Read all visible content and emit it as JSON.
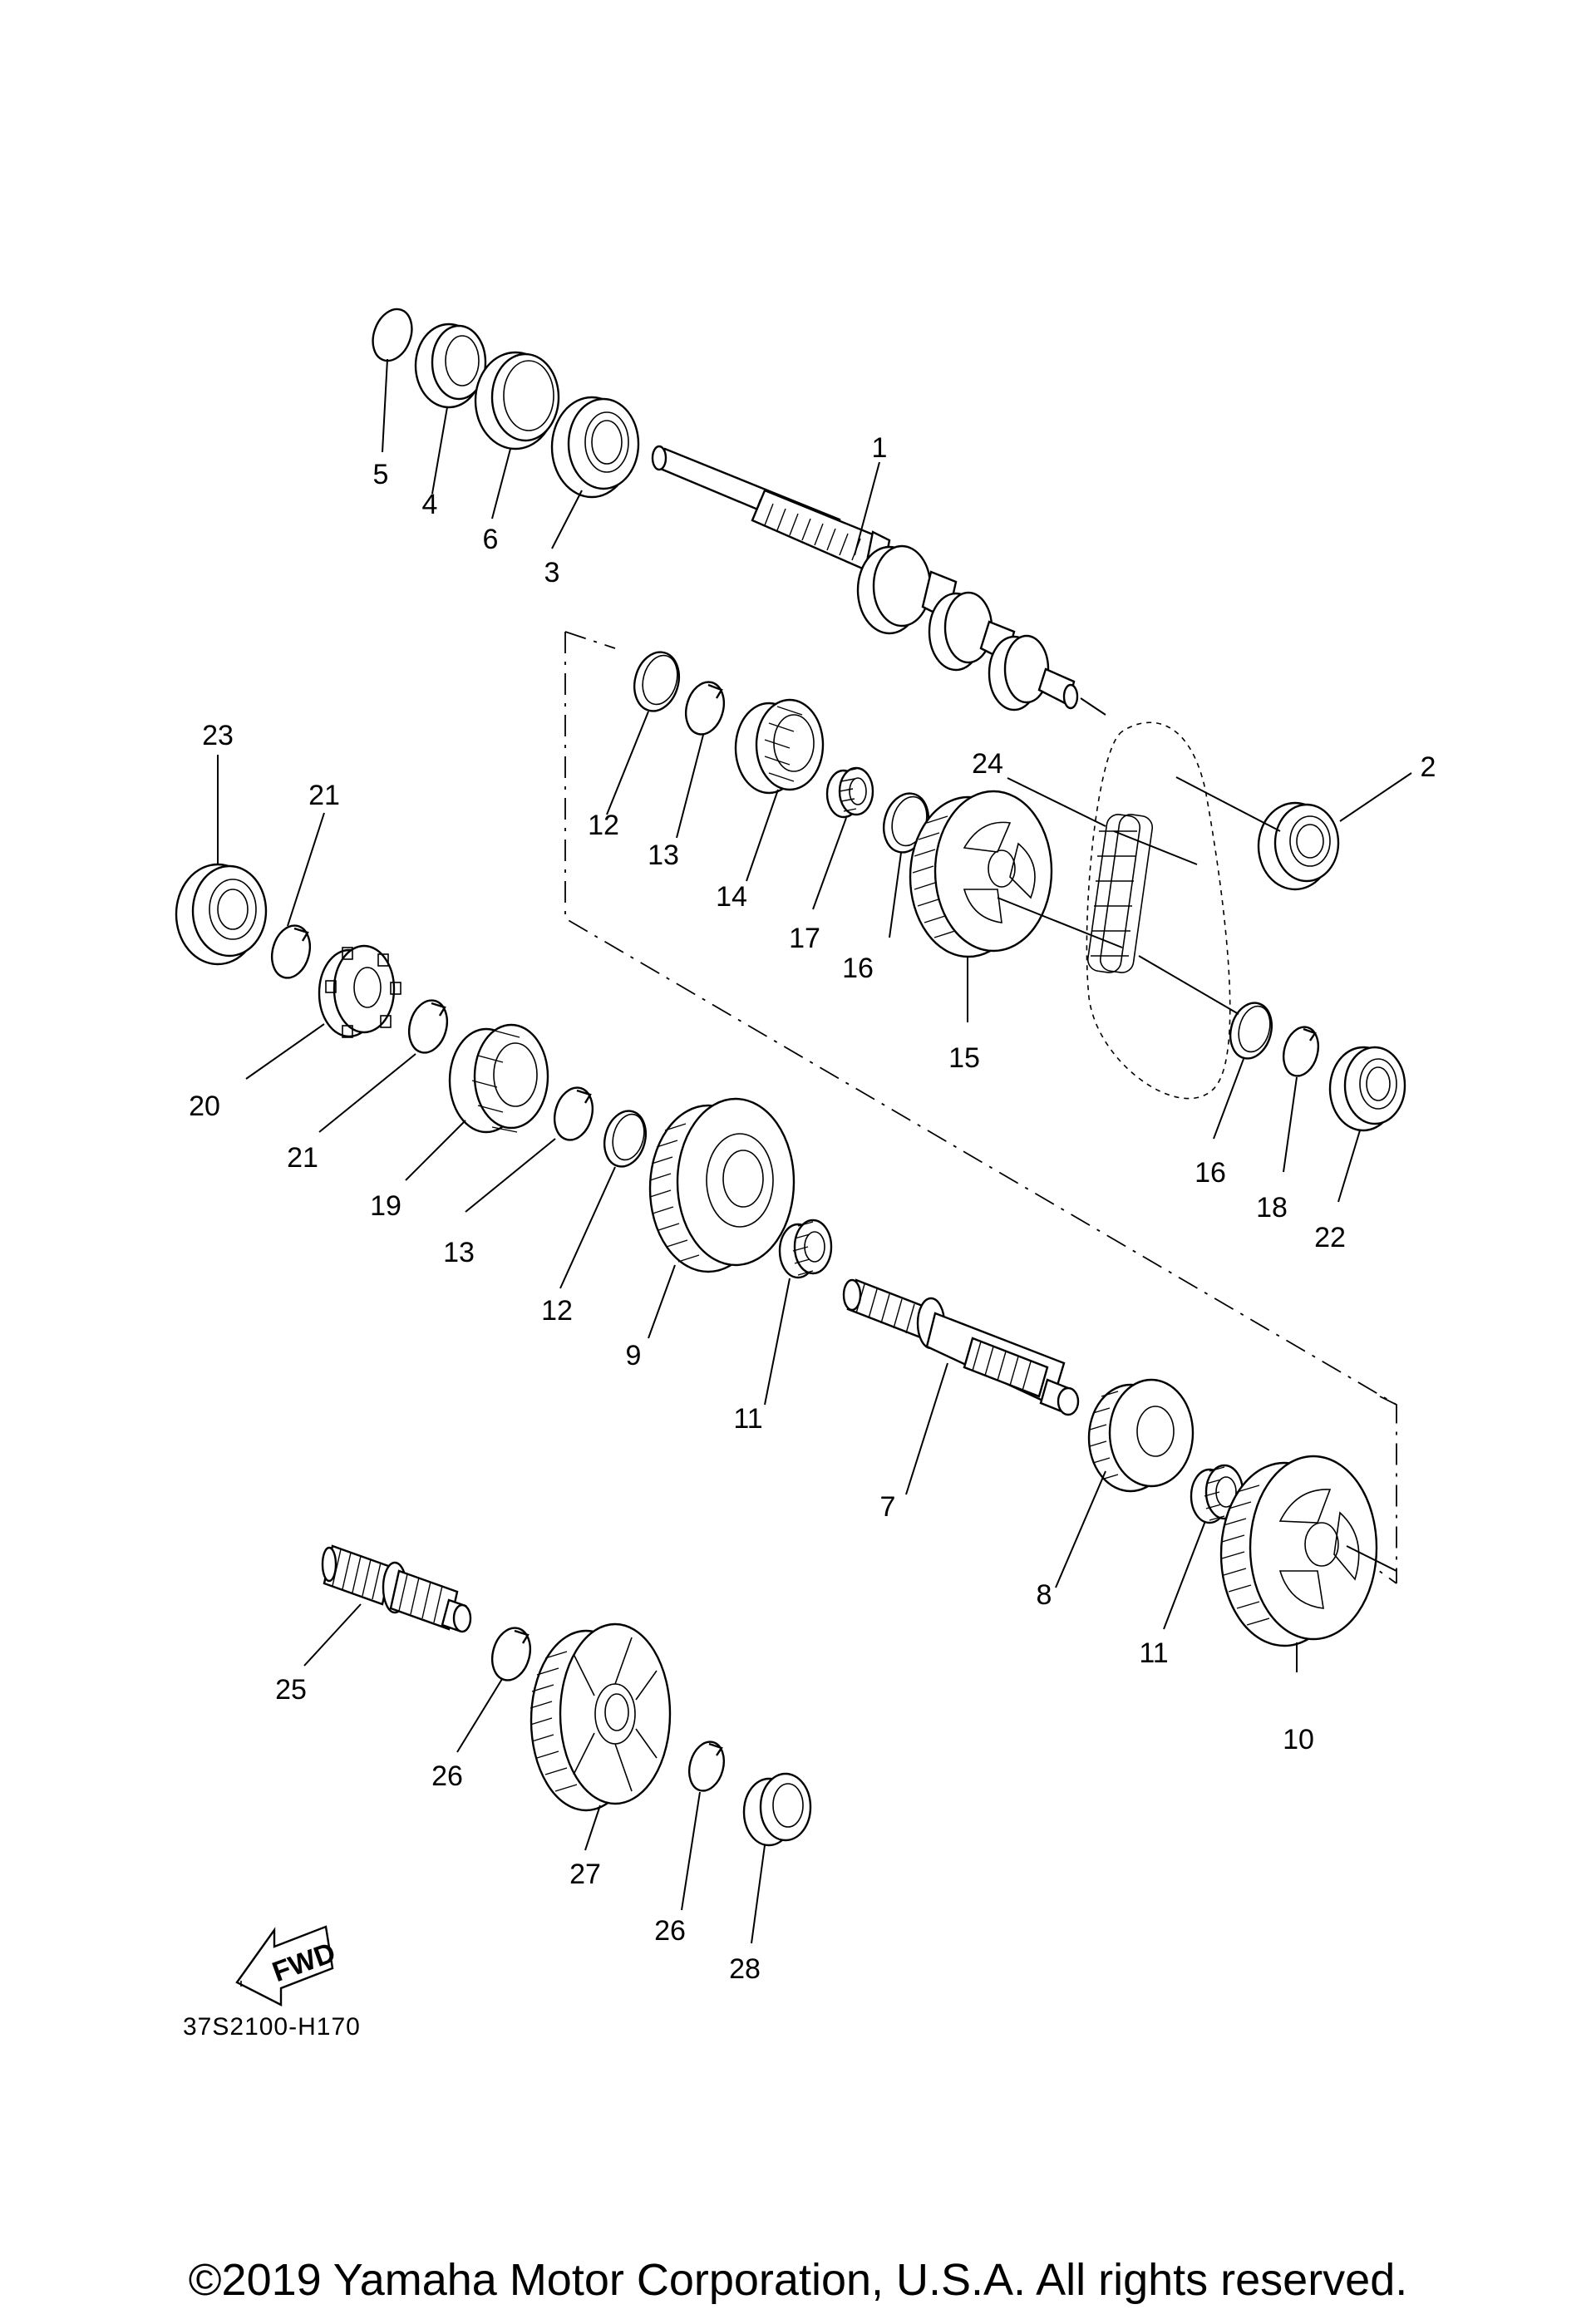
{
  "diagram": {
    "callouts": [
      {
        "id": "1",
        "label": "1"
      },
      {
        "id": "2",
        "label": "2"
      },
      {
        "id": "3",
        "label": "3"
      },
      {
        "id": "4",
        "label": "4"
      },
      {
        "id": "5",
        "label": "5"
      },
      {
        "id": "6",
        "label": "6"
      },
      {
        "id": "7",
        "label": "7"
      },
      {
        "id": "8",
        "label": "8"
      },
      {
        "id": "9",
        "label": "9"
      },
      {
        "id": "10",
        "label": "10"
      },
      {
        "id": "11a",
        "label": "11"
      },
      {
        "id": "11b",
        "label": "11"
      },
      {
        "id": "12a",
        "label": "12"
      },
      {
        "id": "12b",
        "label": "12"
      },
      {
        "id": "13a",
        "label": "13"
      },
      {
        "id": "13b",
        "label": "13"
      },
      {
        "id": "14",
        "label": "14"
      },
      {
        "id": "15",
        "label": "15"
      },
      {
        "id": "16a",
        "label": "16"
      },
      {
        "id": "16b",
        "label": "16"
      },
      {
        "id": "17",
        "label": "17"
      },
      {
        "id": "18",
        "label": "18"
      },
      {
        "id": "19",
        "label": "19"
      },
      {
        "id": "20",
        "label": "20"
      },
      {
        "id": "21a",
        "label": "21"
      },
      {
        "id": "21b",
        "label": "21"
      },
      {
        "id": "22",
        "label": "22"
      },
      {
        "id": "23",
        "label": "23"
      },
      {
        "id": "24",
        "label": "24"
      },
      {
        "id": "25",
        "label": "25"
      },
      {
        "id": "26a",
        "label": "26"
      },
      {
        "id": "26b",
        "label": "26"
      },
      {
        "id": "27",
        "label": "27"
      },
      {
        "id": "28",
        "label": "28"
      }
    ],
    "fwd_label": "FWD",
    "drawing_code": "37S2100-H170"
  },
  "footer": {
    "copyright": "©2019 Yamaha Motor Corporation, U.S.A. All rights reserved."
  }
}
